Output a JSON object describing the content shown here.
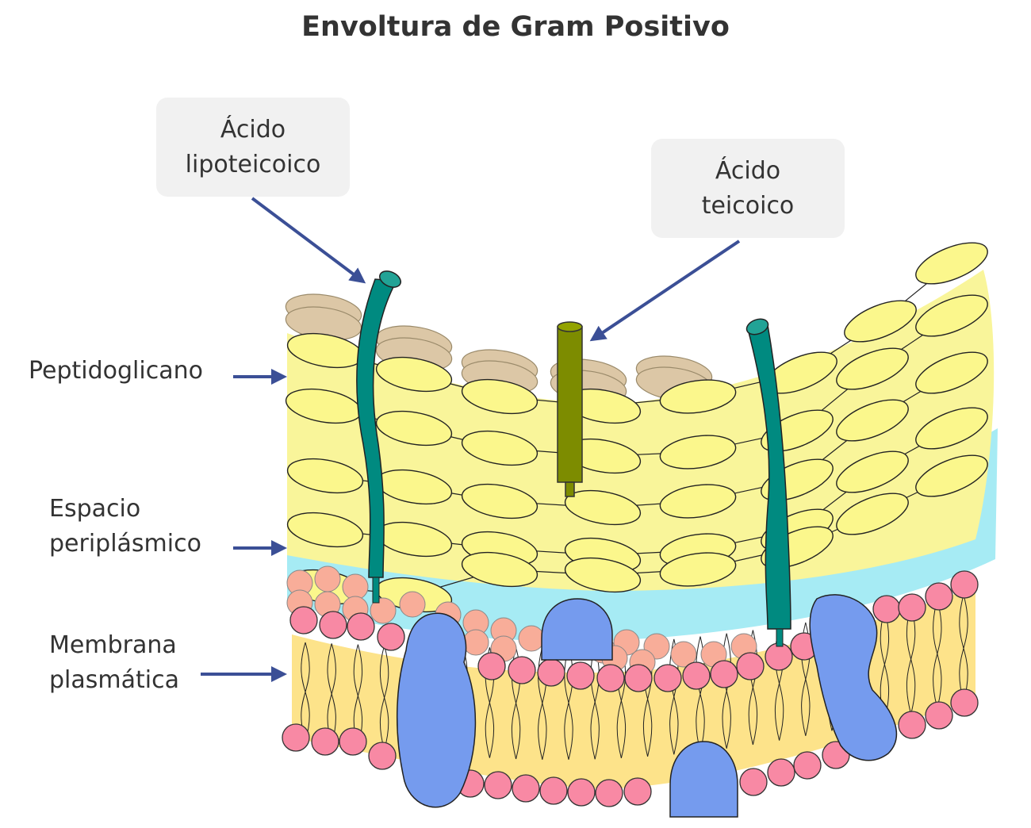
{
  "title": "Envoltura de Gram Positivo",
  "callouts": {
    "lipoteichoic": {
      "line1": "Ácido",
      "line2": "lipoteicoico"
    },
    "teichoic": {
      "line1": "Ácido",
      "line2": "teicoico"
    }
  },
  "side_labels": {
    "peptidoglycan": "Peptidoglicano",
    "periplasmic": {
      "line1": "Espacio",
      "line2": "periplásmico"
    },
    "membrane": {
      "line1": "Membrana",
      "line2": "plasmática"
    }
  },
  "colors": {
    "peptidoglycan": "#f9f59a",
    "peptidoglycan_oval": "#fbf78c",
    "back_oval": "#dcc7a6",
    "periplasm": "#a6ebf4",
    "salmon_heads": "#f8ad99",
    "pink_heads": "#f889a4",
    "bilayer": "#fde38a",
    "protein": "#759bee",
    "lta_fiber": "#008a80",
    "teichoic": "#7d8c00",
    "arrow": "#3b4f96",
    "text": "#333333",
    "callout_bg": "#f1f1f1"
  }
}
